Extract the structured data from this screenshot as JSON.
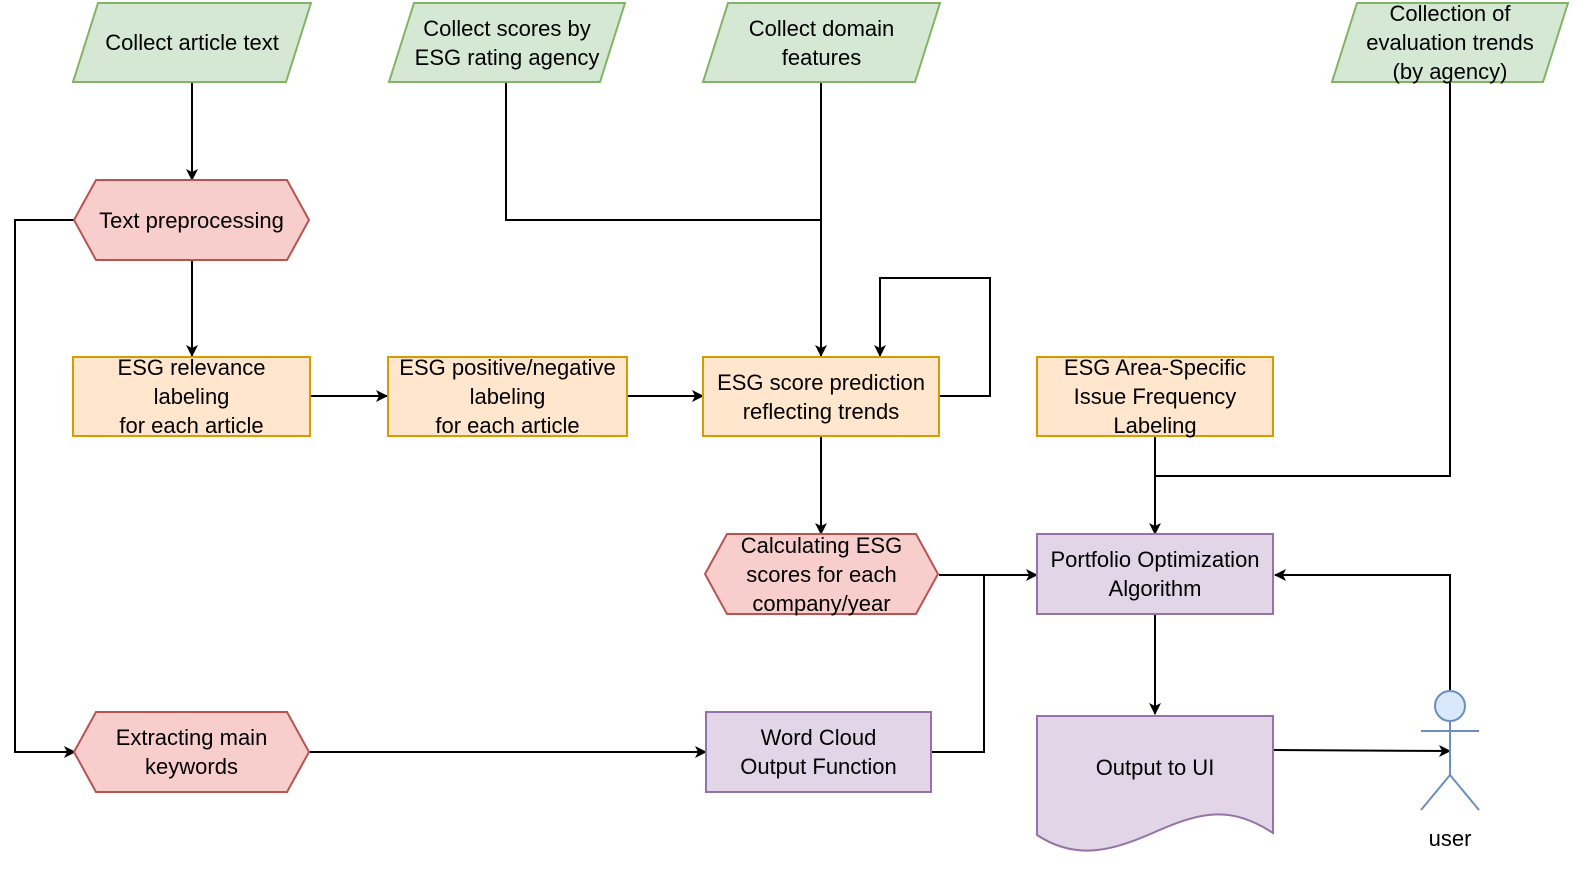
{
  "colors": {
    "input_fill": "#d5e8d4",
    "input_stroke": "#82b366",
    "process_fill": "#f8cecc",
    "process_stroke": "#b85450",
    "label_fill": "#ffe6cc",
    "label_stroke": "#d79b00",
    "output_fill": "#e1d5e7",
    "output_stroke": "#9673a6",
    "actor_fill": "#dae8fc",
    "actor_stroke": "#6c8ebf",
    "edge": "#000000"
  },
  "nodes": {
    "collect_article_text": "Collect article text",
    "collect_scores": "Collect scores by\nESG rating agency",
    "collect_domain": "Collect domain\nfeatures",
    "collect_trends": "Collection of\nevaluation trends\n(by agency)",
    "text_preprocessing": "Text preprocessing",
    "esg_relevance": "ESG relevance\nlabeling\nfor each article",
    "esg_posneg": "ESG positive/negative\nlabeling\nfor each article",
    "esg_prediction": "ESG score prediction\nreflecting trends",
    "esg_area": "ESG Area-Specific\nIssue Frequency\nLabeling",
    "calc_scores": "Calculating ESG\nscores for each\ncompany/year",
    "portfolio": "Portfolio Optimization\nAlgorithm",
    "keywords": "Extracting main\nkeywords",
    "wordcloud": "Word Cloud\nOutput Function",
    "output_ui": "Output to UI",
    "user": "user"
  }
}
